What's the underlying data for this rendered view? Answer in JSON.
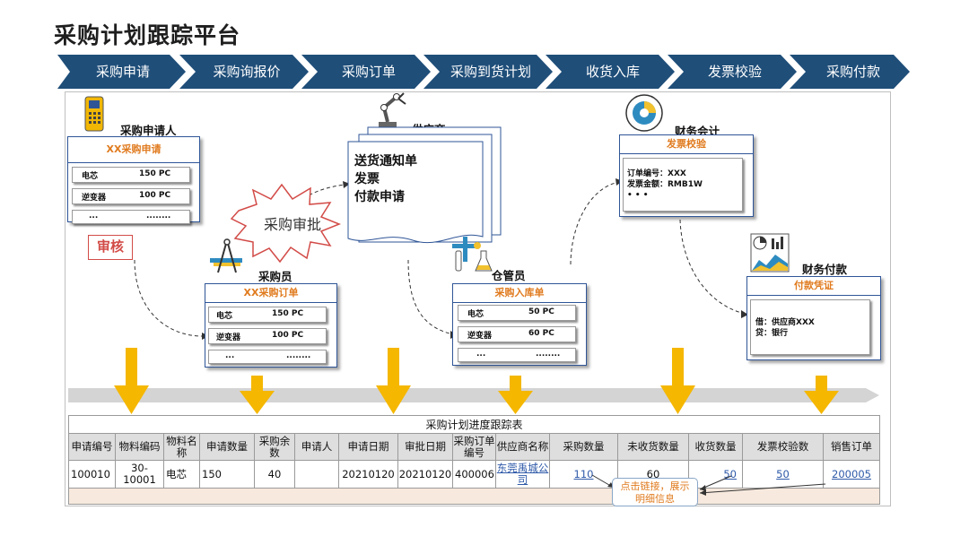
{
  "page_title": "采购计划跟踪平台",
  "steps": [
    "采购申请",
    "采购询报价",
    "采购订单",
    "采购到货计划",
    "收货入库",
    "发票校验",
    "采购付款"
  ],
  "colors": {
    "step_blue": "#1f4e79",
    "accent_orange": "#e07b1f",
    "arrow_gold": "#f5b700",
    "stamp_red": "#d24b47",
    "band_gray": "#d4d4d4"
  },
  "requester": {
    "role": "采购申请人",
    "header": "XX采购申请",
    "rows": [
      [
        "电芯",
        "150 PC"
      ],
      [
        "逆变器",
        "100 PC"
      ],
      [
        "...",
        "........"
      ]
    ],
    "stamp": "审核",
    "icon": "pos-terminal-icon"
  },
  "buyer": {
    "role": "采购员",
    "header": "XX采购订单",
    "rows": [
      [
        "电芯",
        "150 PC"
      ],
      [
        "逆变器",
        "100 PC"
      ],
      [
        "...",
        "........"
      ]
    ],
    "icon": "drafting-tools-icon"
  },
  "approval_burst": "采购审批",
  "supplier": {
    "role": "供应商",
    "docs": [
      "送货通知单",
      "发票",
      "付款申请"
    ],
    "icon": "robot-arm-icon"
  },
  "warehouse": {
    "role": "仓管员",
    "header": "采购入库单",
    "rows": [
      [
        "电芯",
        "50 PC"
      ],
      [
        "逆变器",
        "60 PC"
      ],
      [
        "...",
        "........"
      ]
    ],
    "icon": "lab-flask-icon"
  },
  "accountant": {
    "role": "财务会计",
    "header": "发票校验",
    "lines": [
      "订单编号：XXX",
      "发票金额：RMB1W",
      "• • •"
    ],
    "icon": "target-gauge-icon"
  },
  "payment": {
    "role": "财务付款",
    "header": "付款凭证",
    "lines": [
      "借：供应商XXX",
      "贷：银行"
    ],
    "icon": "dashboard-chart-icon"
  },
  "table": {
    "title": "采购计划进度跟踪表",
    "headers": [
      "申请编号",
      "物料编码",
      "物料名称",
      "申请数量",
      "采购余数",
      "申请人",
      "申请日期",
      "审批日期",
      "采购订单编号",
      "供应商名称",
      "采购数量",
      "未收货数量",
      "收货数量",
      "发票校验数",
      "销售订单"
    ],
    "row": [
      "100010",
      "30-10001",
      "电芯",
      "150",
      "40",
      "",
      "20210120",
      "20210120",
      "400006",
      "东莞禹城公司",
      "110",
      "60",
      "50",
      "50",
      "200005"
    ]
  },
  "callout": "点击链接，展示明细信息"
}
